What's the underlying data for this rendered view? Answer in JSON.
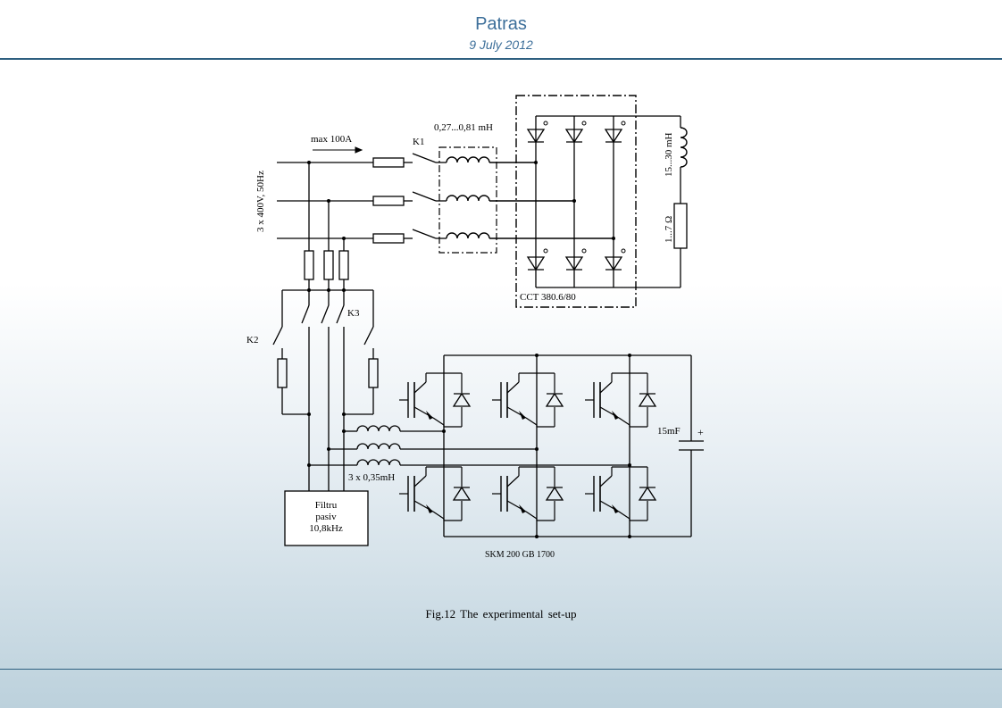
{
  "header": {
    "title": "Patras",
    "date": "9 July 2012"
  },
  "diagram": {
    "labels": {
      "current": "max 100A",
      "supply": "3 x 400V, 50Hz",
      "k1": "K1",
      "k2": "K2",
      "k3": "K3",
      "input_inductance": "0,27...0,81 mH",
      "rectifier": "CCT 380.6/80",
      "load_inductance": "15...30 mH",
      "load_resistance": "1...7 Ω",
      "filter_line1": "Filtru",
      "filter_line2": "pasiv",
      "filter_line3": "10,8kHz",
      "output_inductors": "3 x 0,35mH",
      "capacitor": "15mF",
      "capacitor_polarity": "+",
      "inverter": "SKM 200 GB 1700"
    }
  },
  "caption": "Fig.12 The experimental set-up"
}
